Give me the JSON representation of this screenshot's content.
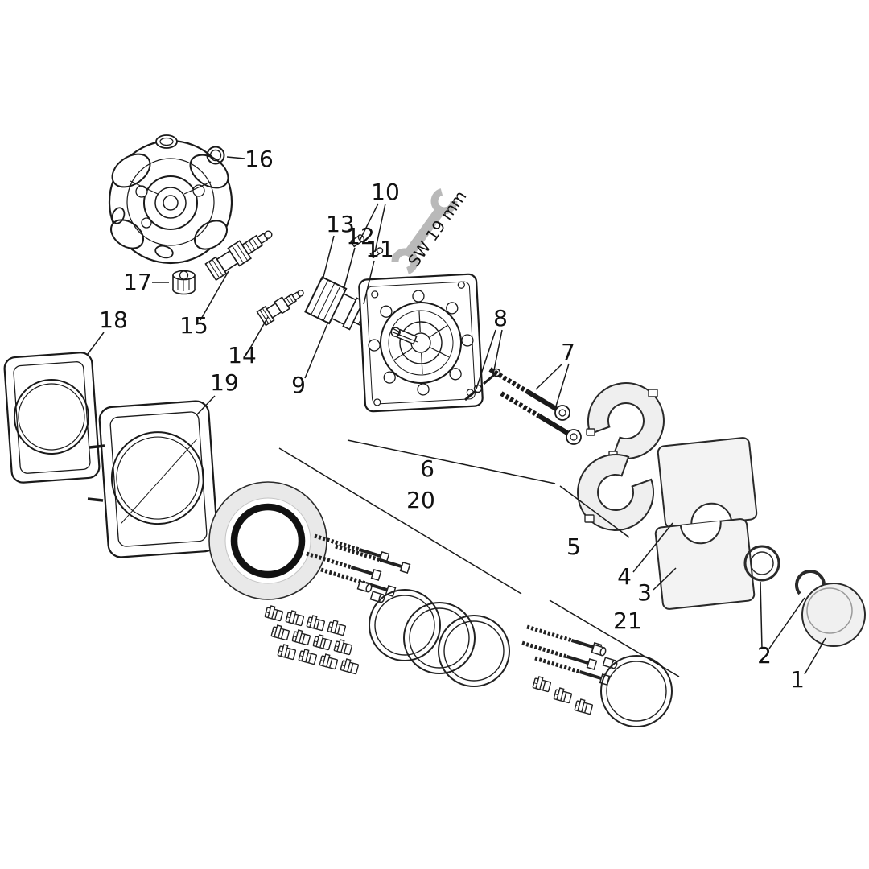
{
  "diagram": {
    "type": "exploded-parts-diagram",
    "wrench_label": "SW 19 mm",
    "labels": {
      "1": "1",
      "2": "2",
      "3": "3",
      "4": "4",
      "5": "5",
      "6": "6",
      "7": "7",
      "8": "8",
      "9": "9",
      "10": "10",
      "11": "11",
      "12": "12",
      "13": "13",
      "14": "14",
      "15": "15",
      "16": "16",
      "17": "17",
      "18": "18",
      "19": "19",
      "20": "20",
      "21": "21"
    },
    "colors": {
      "line": "#1a1a1a",
      "tool_gray": "#b9b9b9",
      "panel_gray": "#e9e9e9",
      "plate_gray": "#f3f3f3",
      "background": "#ffffff"
    }
  }
}
